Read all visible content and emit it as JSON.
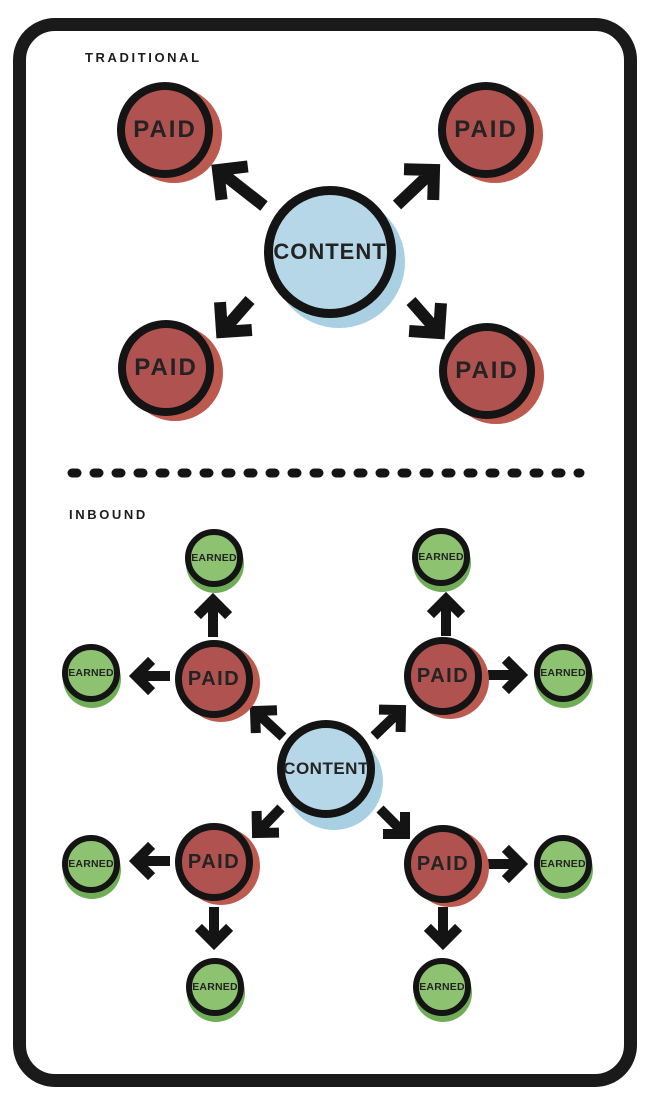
{
  "colors": {
    "paid_fill": "#b05250",
    "paid_shadow": "#bd5a50",
    "earned_fill": "#8dc271",
    "earned_shadow": "#6fae57",
    "content_fill": "#b6d7e7",
    "content_shadow": "#a8d0e2",
    "outline": "#141414",
    "frame": "#1a1a1a",
    "text_dark": "#232323",
    "label_text": "#1d1d1d"
  },
  "traditional": {
    "section_label": "TRADITIONAL",
    "content_label": "CONTENT",
    "paid_labels": [
      "PAID",
      "PAID",
      "PAID",
      "PAID"
    ]
  },
  "inbound": {
    "section_label": "INBOUND",
    "content_label": "CONTENT",
    "paid_labels": [
      "PAID",
      "PAID",
      "PAID",
      "PAID"
    ],
    "earned_labels": [
      "EARNED",
      "EARNED",
      "EARNED",
      "EARNED",
      "EARNED",
      "EARNED",
      "EARNED",
      "EARNED"
    ]
  },
  "icons": {
    "arrow_style": "thick black chevron arrow pointing outward",
    "divider_style": "horizontal dashed divider line"
  }
}
